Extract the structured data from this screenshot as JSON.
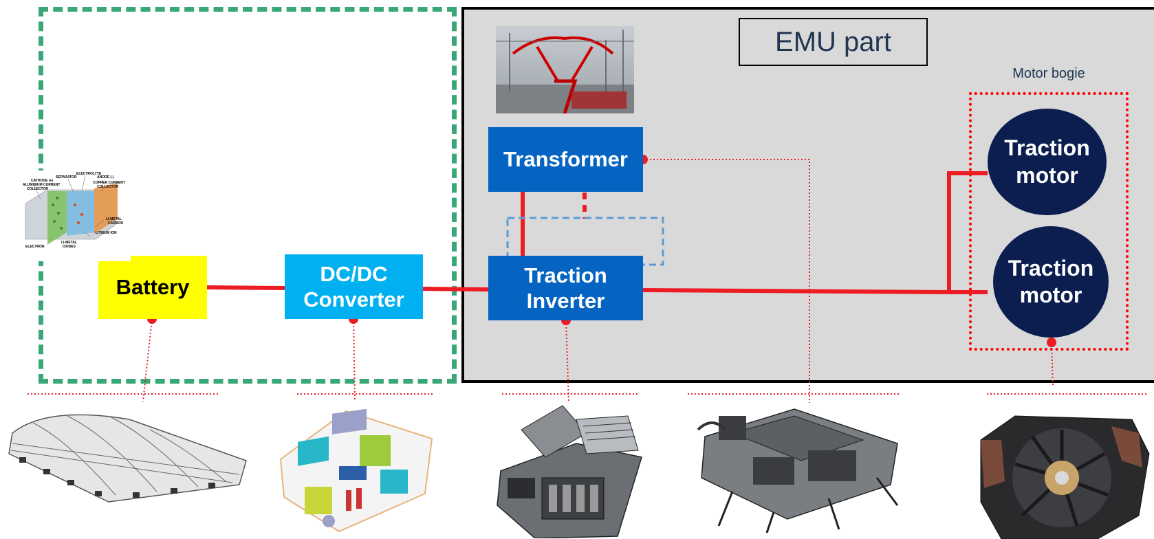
{
  "diagram": {
    "emu_title": "EMU part",
    "motor_bogie_label": "Motor bogie",
    "blocks": {
      "battery": "Battery",
      "dcdc": "DC/DC\nConverter",
      "transformer": "Transformer",
      "inverter": "Traction\nInverter",
      "motor_1": "Traction\nmotor",
      "motor_2": "Traction\nmotor"
    },
    "cell_diagram_labels": {
      "separator": "SEPARATOR",
      "electrolyte": "ELECTROLYTE",
      "anode": "ANODE (-)",
      "cathode": "CATHODE (+)",
      "al_collector": "ALUMINIUM CURRENT",
      "al_collector_2": "COLLECTOR",
      "cu_collector": "COPPER CURRENT",
      "cu_collector_2": "COLLECTOR",
      "li_metal_carbon": "LI-METAL",
      "li_metal_carbon_2": "CARBON",
      "lithium_ion": "LITHIUM ION",
      "electron": "ELECTRON",
      "li_metal_oxides": "LI-METAL",
      "li_metal_oxides_2": "OXIDES"
    },
    "colors": {
      "power_line": "#ed1c24",
      "battery": "#ffff00",
      "dcdc": "#00b0f0",
      "transformer": "#0563c1",
      "inverter": "#0563c1",
      "motor": "#0b1e4f",
      "battery_region": "#3aa776",
      "emu_region": "#d9d9d9"
    }
  }
}
